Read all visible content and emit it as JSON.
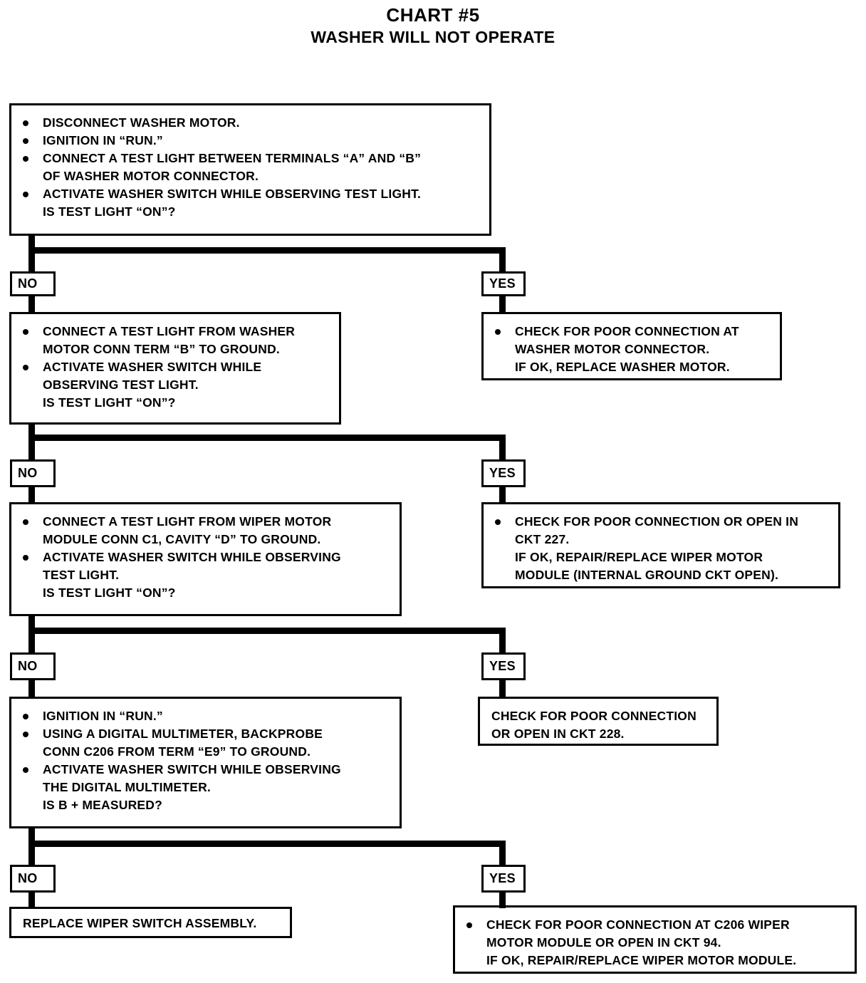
{
  "chart": {
    "title": "CHART #5",
    "subtitle": "WASHER WILL NOT OPERATE"
  },
  "labels": {
    "no": "NO",
    "yes": "YES"
  },
  "steps": [
    {
      "id": "step1",
      "lines": [
        {
          "bullet": true,
          "text": "DISCONNECT WASHER MOTOR."
        },
        {
          "bullet": true,
          "text": "IGNITION IN “RUN.”"
        },
        {
          "bullet": true,
          "text": "CONNECT A TEST LIGHT BETWEEN TERMINALS “A” AND “B”"
        },
        {
          "bullet": false,
          "text": "OF WASHER MOTOR CONNECTOR."
        },
        {
          "bullet": true,
          "text": "ACTIVATE WASHER SWITCH WHILE OBSERVING TEST LIGHT."
        },
        {
          "bullet": false,
          "text": "IS TEST LIGHT “ON”?"
        }
      ]
    },
    {
      "id": "step2",
      "lines": [
        {
          "bullet": true,
          "text": "CONNECT A TEST LIGHT FROM WASHER"
        },
        {
          "bullet": false,
          "text": "MOTOR CONN TERM “B” TO GROUND."
        },
        {
          "bullet": true,
          "text": "ACTIVATE WASHER SWITCH WHILE"
        },
        {
          "bullet": false,
          "text": "OBSERVING TEST LIGHT."
        },
        {
          "bullet": false,
          "text": "IS TEST LIGHT “ON”?"
        }
      ]
    },
    {
      "id": "step3",
      "lines": [
        {
          "bullet": true,
          "text": "CONNECT A TEST LIGHT FROM WIPER MOTOR"
        },
        {
          "bullet": false,
          "text": "MODULE CONN C1, CAVITY “D” TO GROUND."
        },
        {
          "bullet": true,
          "text": "ACTIVATE WASHER SWITCH WHILE OBSERVING"
        },
        {
          "bullet": false,
          "text": "TEST LIGHT."
        },
        {
          "bullet": false,
          "text": "IS TEST LIGHT “ON”?"
        }
      ]
    },
    {
      "id": "step4",
      "lines": [
        {
          "bullet": true,
          "text": "IGNITION IN “RUN.”"
        },
        {
          "bullet": true,
          "text": "USING A DIGITAL MULTIMETER, BACKPROBE"
        },
        {
          "bullet": false,
          "text": "CONN C206 FROM TERM “E9” TO GROUND."
        },
        {
          "bullet": true,
          "text": "ACTIVATE WASHER SWITCH WHILE OBSERVING"
        },
        {
          "bullet": false,
          "text": "THE DIGITAL MULTIMETER."
        },
        {
          "bullet": false,
          "text": "IS B + MEASURED?"
        }
      ]
    }
  ],
  "outcomes": [
    {
      "id": "outcome1",
      "lines": [
        {
          "bullet": true,
          "text": "CHECK FOR POOR CONNECTION AT"
        },
        {
          "bullet": false,
          "text": "WASHER MOTOR CONNECTOR."
        },
        {
          "bullet": false,
          "text": "IF OK, REPLACE WASHER MOTOR."
        }
      ]
    },
    {
      "id": "outcome2",
      "lines": [
        {
          "bullet": true,
          "text": "CHECK FOR POOR CONNECTION OR OPEN IN"
        },
        {
          "bullet": false,
          "text": "CKT 227."
        },
        {
          "bullet": false,
          "text": "IF OK, REPAIR/REPLACE WIPER MOTOR"
        },
        {
          "bullet": false,
          "text": "MODULE (INTERNAL GROUND CKT OPEN)."
        }
      ]
    },
    {
      "id": "outcome3",
      "lines": [
        {
          "bullet": false,
          "text": "CHECK FOR POOR CONNECTION"
        },
        {
          "bullet": false,
          "text": "OR OPEN IN CKT 228."
        }
      ]
    },
    {
      "id": "outcome4",
      "lines": [
        {
          "bullet": false,
          "text": "REPLACE WIPER SWITCH ASSEMBLY."
        }
      ]
    },
    {
      "id": "outcome5",
      "lines": [
        {
          "bullet": true,
          "text": "CHECK FOR POOR CONNECTION AT C206 WIPER"
        },
        {
          "bullet": false,
          "text": "MOTOR MODULE OR OPEN IN CKT 94."
        },
        {
          "bullet": false,
          "text": "IF OK, REPAIR/REPLACE WIPER MOTOR MODULE."
        }
      ]
    }
  ],
  "colors": {
    "ink": "#000000",
    "paper": "#ffffff"
  }
}
